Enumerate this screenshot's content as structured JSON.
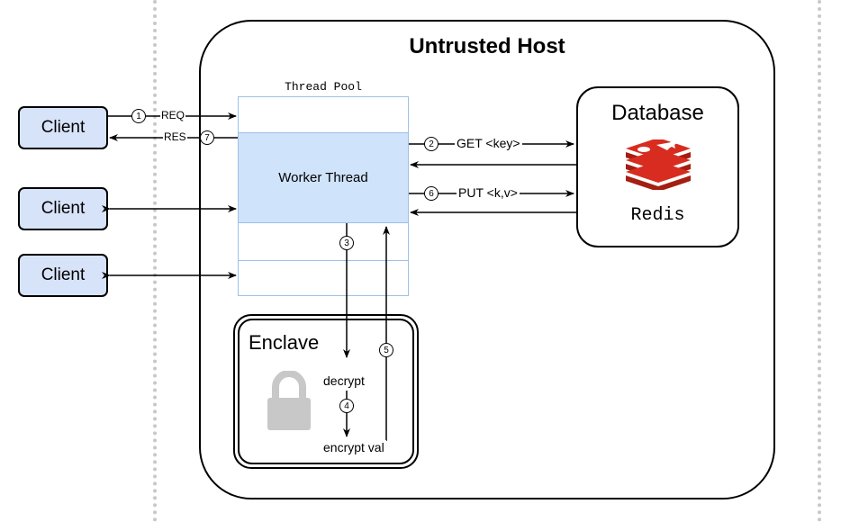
{
  "host": {
    "title": "Untrusted Host"
  },
  "clients": [
    "Client",
    "Client",
    "Client"
  ],
  "thread_pool": {
    "title": "Thread Pool",
    "worker_label": "Worker Thread"
  },
  "database": {
    "title": "Database",
    "engine": "Redis"
  },
  "enclave": {
    "title": "Enclave",
    "decrypt_label": "decrypt",
    "encrypt_label": "encrypt val"
  },
  "arrows": {
    "req": "REQ",
    "res": "RES",
    "get": "GET <key>",
    "put": "PUT <k,v>"
  },
  "steps": [
    "1",
    "2",
    "3",
    "4",
    "5",
    "6",
    "7"
  ],
  "colors": {
    "client_fill": "#d7e3f8",
    "worker_fill": "#cfe3fa",
    "pool_border": "#9ec0e8",
    "redis_red": "#c6302b",
    "lock_gray": "#c8c8c8"
  },
  "icons": {
    "database_logo": "redis-logo-icon",
    "enclave_lock": "padlock-icon"
  }
}
